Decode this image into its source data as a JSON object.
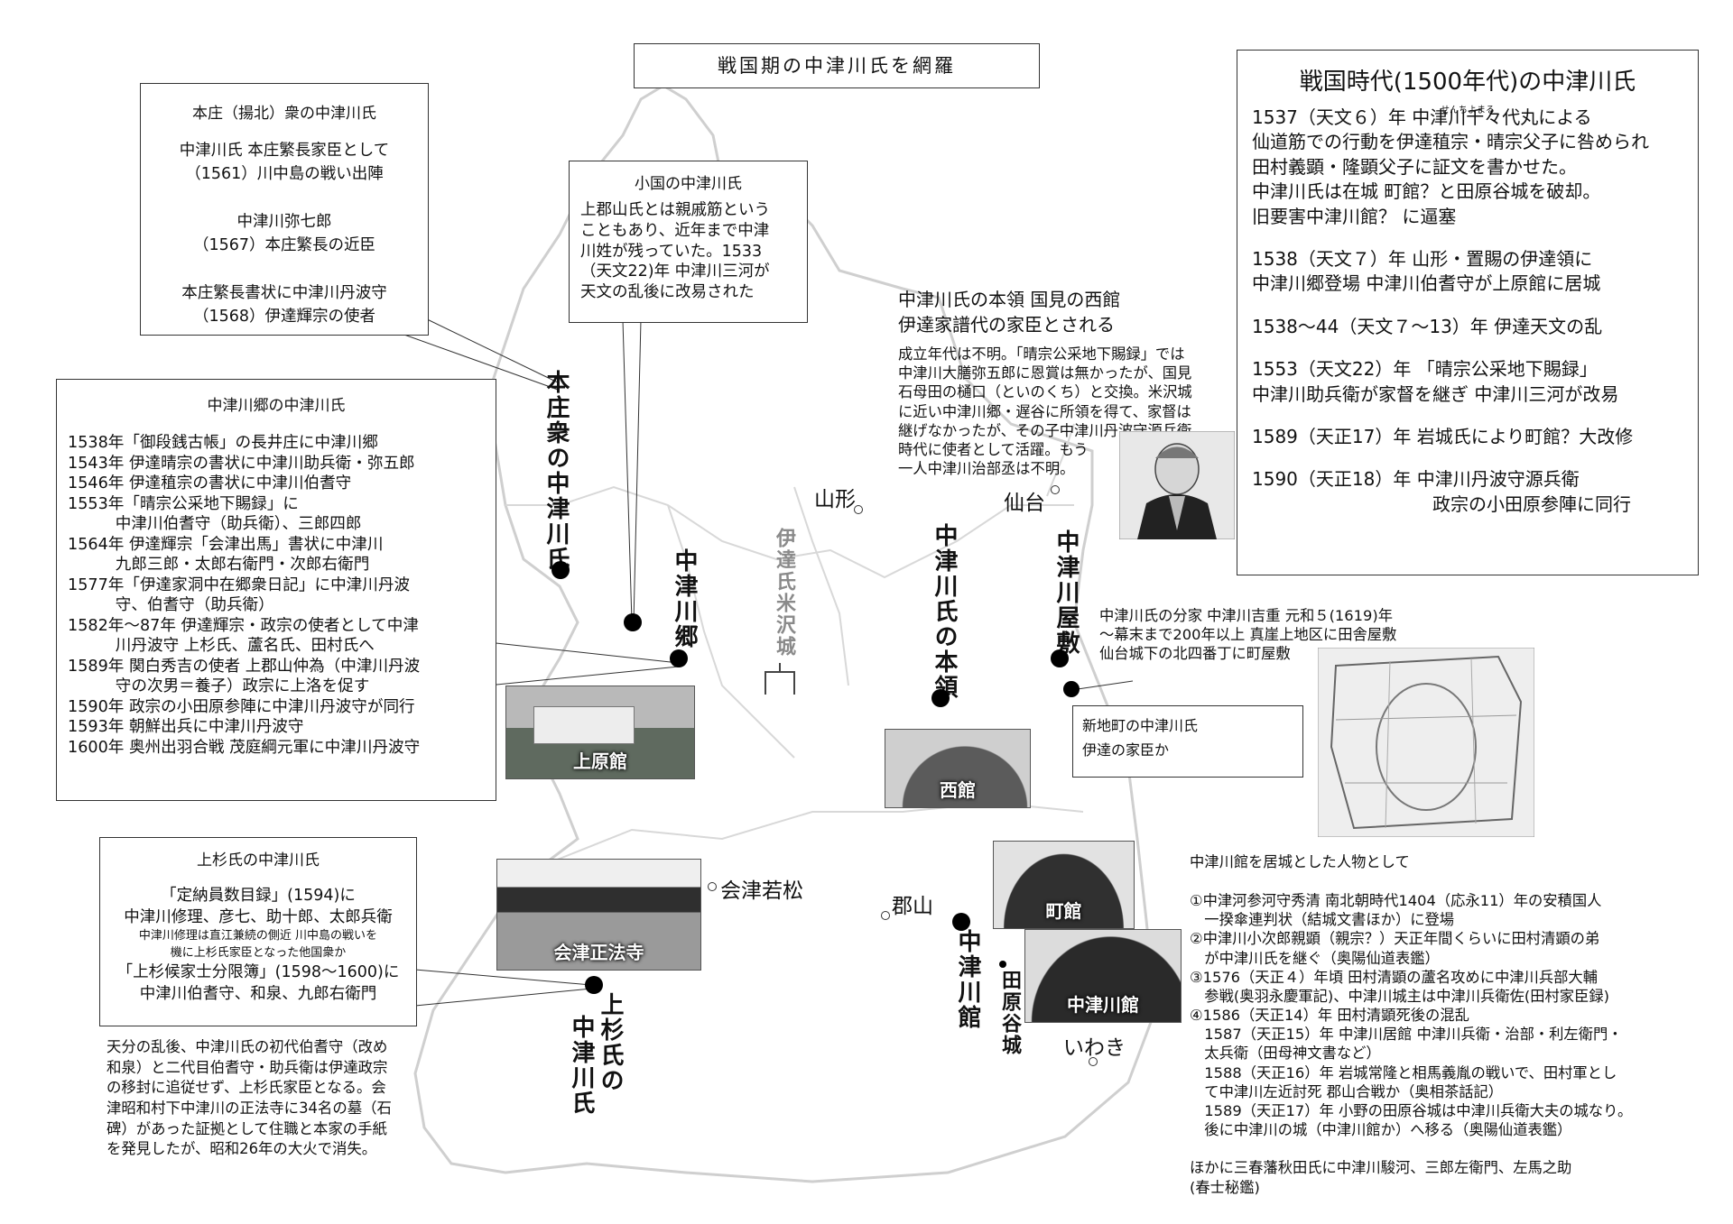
{
  "header": {
    "title": "戦国期の中津川氏を網羅"
  },
  "right_panel": {
    "title": "戦国時代(1500年代)の中津川氏",
    "ruby": "せんちよまる",
    "entries": [
      [
        "1537（天文６）年 中津川千々代丸による",
        "仙道筋での行動を伊達稙宗・晴宗父子に咎められ",
        "田村義顕・隆顕父子に証文を書かせた。",
        "中津川氏は在城 町館？と田原谷城を破却。",
        "旧要害中津川館？ に逼塞"
      ],
      [
        "1538（天文７）年 山形・置賜の伊達領に",
        "中津川郷登場 中津川伯耆守が上原館に居城"
      ],
      [
        "1538～44（天文７～13）年 伊達天文の乱"
      ],
      [
        "1553（天文22）年 「晴宗公采地下賜録」",
        "中津川助兵衛が家督を継ぎ 中津川三河が改易"
      ],
      [
        "1589（天正17）年 岩城氏により町館？大改修"
      ],
      [
        "1590（天正18）年 中津川丹波守源兵衛",
        "政宗の小田原参陣に同行"
      ]
    ]
  },
  "honjo_box": {
    "title": "本庄（揚北）衆の中津川氏",
    "lines": [
      "中津川氏 本庄繁長家臣として",
      "（1561）川中島の戦い出陣",
      "",
      "中津川弥七郎",
      "（1567）本庄繁長の近臣",
      "",
      "本庄繁長書状に中津川丹波守",
      "（1568）伊達輝宗の使者"
    ]
  },
  "oguni_box": {
    "title": "小国の中津川氏",
    "lines": [
      "上郡山氏とは親戚筋という",
      "こともあり、近年まで中津",
      "川姓が残っていた。1533",
      "（天文22)年 中津川三河が",
      "天文の乱後に改易された"
    ]
  },
  "nakatsugawago_box": {
    "title": "中津川郷の中津川氏",
    "lines": [
      "1538年「御段銭古帳」の長井庄に中津川郷",
      "1543年 伊達晴宗の書状に中津川助兵衛・弥五郎",
      "1546年 伊達稙宗の書状に中津川伯耆守",
      "1553年「晴宗公采地下賜録」に",
      "　　　中津川伯耆守（助兵衛）、三郎四郎",
      "1564年 伊達輝宗「会津出馬」書状に中津川",
      "　　　九郎三郎・太郎右衛門・次郎右衛門",
      "1577年「伊達家洞中在郷衆日記」に中津川丹波",
      "　　　守、伯耆守（助兵衛）",
      "1582年～87年 伊達輝宗・政宗の使者として中津",
      "　　　川丹波守 上杉氏、蘆名氏、田村氏へ",
      "1589年 関白秀吉の使者 上郡山仲為（中津川丹波",
      "　　　守の次男＝養子）政宗に上洛を促す",
      "1590年 政宗の小田原参陣に中津川丹波守が同行",
      "1593年 朝鮮出兵に中津川丹波守",
      "1600年 奥州出羽合戦 茂庭綱元軍に中津川丹波守"
    ]
  },
  "uesugi_box": {
    "title": "上杉氏の中津川氏",
    "lines": [
      "「定納員数目録」(1594)に",
      "中津川修理、彦七、助十郎、太郎兵衛"
    ],
    "small_lines": [
      "中津川修理は直江兼続の側近 川中島の戦いを",
      "機に上杉氏家臣となった他国衆か"
    ],
    "lines2": [
      "「上杉候家士分限簿」(1598～1600)に",
      "中津川伯耆守、和泉、九郎右衛門"
    ]
  },
  "uesugi_note": [
    "天分の乱後、中津川氏の初代伯耆守（改め",
    "和泉）と二代目伯耆守・助兵衛は伊達政宗",
    "の移封に追従せず、上杉氏家臣となる。会",
    "津昭和村下中津川の正法寺に34名の墓（石",
    "碑）があった証拠として住職と本家の手紙",
    "を発見したが、昭和26年の大火で消失。"
  ],
  "honryo_note": {
    "title_lines": [
      "中津川氏の本領 国見の西館",
      "伊達家譜代の家臣とされる"
    ],
    "lines": [
      "成立年代は不明。「晴宗公采地下賜録」では",
      "中津川大膳弥五郎に恩賞は無かったが、国見",
      "石母田の樋口（といのくち）と交換。米沢城",
      "に近い中津川郷・遅谷に所領を得て、家督は",
      "継げなかったが、その子中津川丹波守源兵衛",
      "時代に使者として活躍。もう",
      "一人中津川治部丞は不明。"
    ]
  },
  "bunke_note": [
    "中津川氏の分家 中津川吉重 元和５(1619)年",
    "～幕末まで200年以上 真崖上地区に田舎屋敷",
    "仙台城下の北四番丁に町屋敷"
  ],
  "shinchi_box": {
    "lines": [
      "新地町の中津川氏",
      "伊達の家臣か"
    ]
  },
  "kyojo_note": {
    "title": "中津川館を居城とした人物として",
    "lines": [
      "①中津河参河守秀清 南北朝時代1404（応永11）年の安積国人",
      "　一揆傘連判状（結城文書ほか）に登場",
      "②中津川小次郎親顕（親宗？）天正年間くらいに田村清顕の弟",
      "　が中津川氏を継ぐ（奥陽仙道表鑑）",
      "③1576（天正４）年頃 田村清顕の蘆名攻めに中津川兵部大輔",
      "　参戦(奥羽永慶軍記)、中津川城主は中津川兵衛佐(田村家臣録)",
      "④1586（天正14）年 田村清顕死後の混乱",
      "　1587（天正15）年 中津川居館 中津川兵衛・治部・利左衛門・",
      "　太兵衛（田母神文書など）",
      "　1588（天正16）年 岩城常隆と相馬義胤の戦いで、田村軍とし",
      "　て中津川左近討死 郡山合戦か（奥相茶話記）",
      "　1589（天正17）年 小野の田原谷城は中津川兵衛大夫の城なり。",
      "　後に中津川の城（中津川館か）へ移る（奥陽仙道表鑑）",
      "",
      "ほかに三春藩秋田氏に中津川駿河、三郎左衛門、左馬之助",
      "(春士秘鑑)"
    ]
  },
  "vertical_labels": {
    "honjo": "本庄衆の中津川氏",
    "go": "中津川郷",
    "date": "伊達氏米沢城",
    "honryo": "中津川氏の本領",
    "yashiki": "中津川屋敷",
    "uesugi1": "上杉氏の",
    "uesugi2": "中津川氏",
    "kan": "中津川館",
    "taharaya": "田原谷城"
  },
  "cities": {
    "yamagata": "山形",
    "sendai": "仙台",
    "aizu": "会津若松",
    "koriyama": "郡山",
    "iwaki": "いわき"
  },
  "photos": {
    "uehara": "上原館",
    "nishi": "西館",
    "machi": "町館",
    "aizu_shobo": "会津正法寺",
    "nakatsugawa": "中津川館"
  }
}
